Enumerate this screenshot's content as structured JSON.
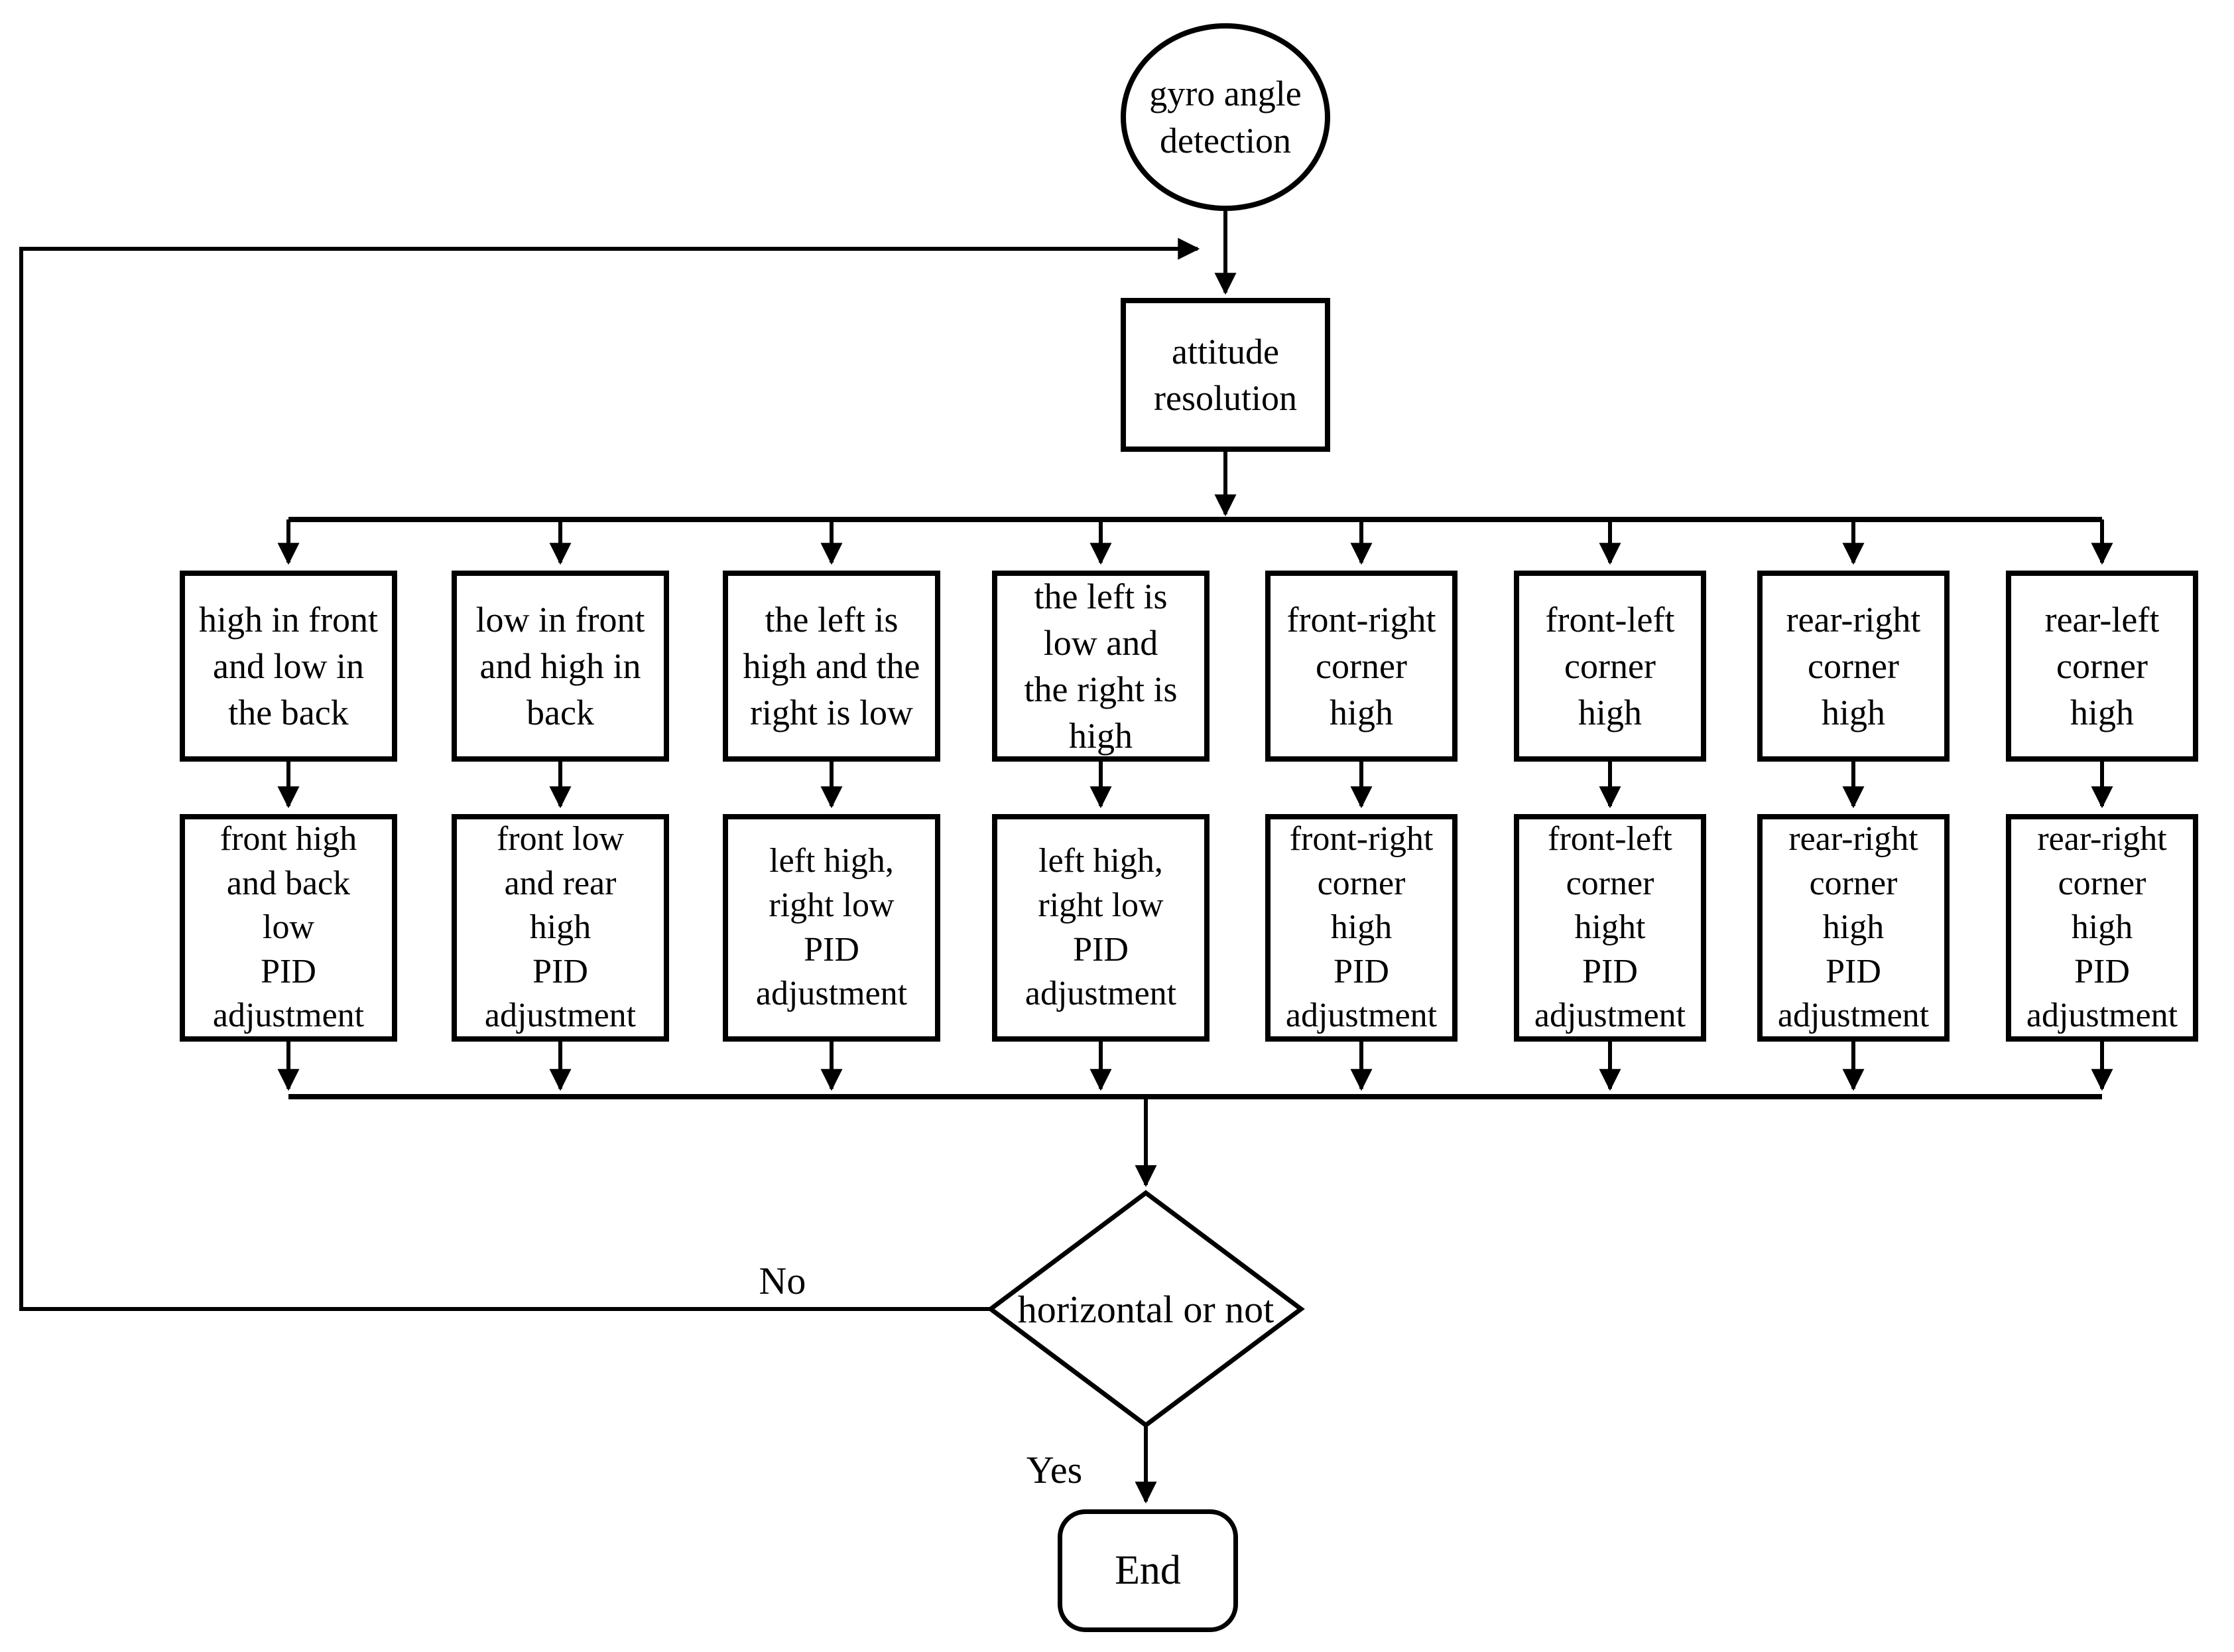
{
  "diagram": {
    "start": "gyro angle\ndetection",
    "process": "attitude\nresolution",
    "decision": "horizontal or not",
    "no_label": "No",
    "yes_label": "Yes",
    "end": "End",
    "branches": [
      {
        "condition": "high in front\nand low in\nthe back",
        "action": "front high\nand back\nlow\nPID\nadjustment"
      },
      {
        "condition": "low in front\nand high in\nback",
        "action": "front low\nand rear\nhigh\nPID\nadjustment"
      },
      {
        "condition": "the left is\nhigh and the\nright is low",
        "action": "left high,\nright low\nPID\nadjustment"
      },
      {
        "condition": "the left is\nlow and\nthe right is\nhigh",
        "action": "left high,\nright low\nPID\nadjustment"
      },
      {
        "condition": "front-right\ncorner\nhigh",
        "action": "front-right\ncorner\nhigh\nPID\nadjustment"
      },
      {
        "condition": "front-left\ncorner\nhigh",
        "action": "front-left\ncorner\nhight\nPID\nadjustment"
      },
      {
        "condition": "rear-right\ncorner\nhigh",
        "action": "rear-right\ncorner\nhigh\nPID\nadjustment"
      },
      {
        "condition": "rear-left\ncorner\nhigh",
        "action": "rear-right\ncorner\nhigh\nPID\nadjustment"
      }
    ],
    "colors": {
      "stroke": "#000000",
      "background": "#ffffff"
    }
  }
}
